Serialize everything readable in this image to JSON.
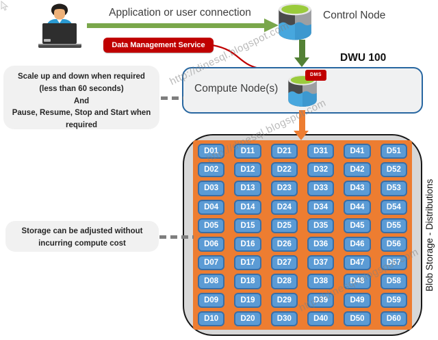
{
  "header": {
    "connection_label": "Application or user connection",
    "control_node_label": "Control Node",
    "dms_service_label": "Data Management Service",
    "dwu_label": "DWU 100",
    "compute_label": "Compute Node(s)",
    "dms_badge": "DMS"
  },
  "callouts": {
    "scale_text": "Scale up and down when required\n(less than 60 seconds)\nAnd\nPause, Resume, Stop and Start when\nrequired",
    "storage_text": "Storage can be adjusted without\nincurring compute cost"
  },
  "storage": {
    "side_label": "Blob Storage - Distributions",
    "columns": [
      [
        "D01",
        "D02",
        "D03",
        "D04",
        "D05",
        "D06",
        "D07",
        "D08",
        "D09",
        "D10"
      ],
      [
        "D11",
        "D12",
        "D13",
        "D14",
        "D15",
        "D16",
        "D17",
        "D18",
        "D19",
        "D20"
      ],
      [
        "D21",
        "D22",
        "D23",
        "D24",
        "D25",
        "D26",
        "D27",
        "D28",
        "D29",
        "D30"
      ],
      [
        "D31",
        "D32",
        "D33",
        "D34",
        "D35",
        "D36",
        "D37",
        "D38",
        "D39",
        "D40"
      ],
      [
        "D41",
        "D42",
        "D43",
        "D44",
        "D45",
        "D46",
        "D47",
        "D48",
        "D49",
        "D50"
      ],
      [
        "D51",
        "D52",
        "D53",
        "D54",
        "D55",
        "D56",
        "D57",
        "D58",
        "D59",
        "D60"
      ]
    ]
  },
  "watermark": {
    "text": "http://dinesql.blogspot.com"
  },
  "colors": {
    "green": "#7aa74b",
    "dark-green": "#538135",
    "red": "#c00000",
    "orange": "#ed7d31",
    "cell-blue": "#5b9bd5",
    "cell-border": "#3a6ea5",
    "panel-border": "#2766a0",
    "gray-panel": "#d8d8d8",
    "callout-bg": "#f1f1f1"
  }
}
